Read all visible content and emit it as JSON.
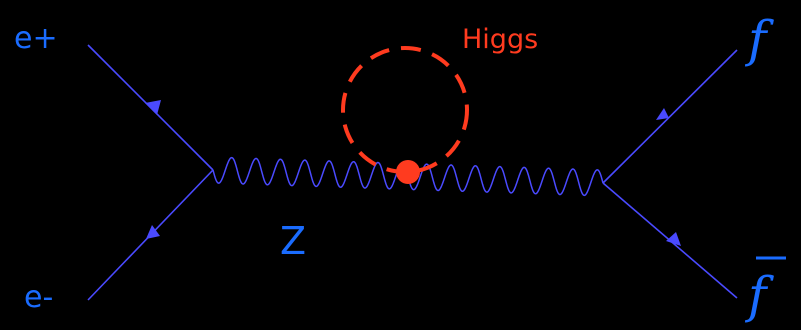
{
  "diagram": {
    "labels": {
      "e_plus": "e+",
      "e_minus": "e-",
      "boson": "Z",
      "higgs": "Higgs",
      "fermion": "f",
      "antifermion": "f"
    },
    "colors": {
      "background": "#000000",
      "lines": "#4a4aff",
      "labels": "#1a6cff",
      "higgs": "#ff3b1f"
    }
  }
}
